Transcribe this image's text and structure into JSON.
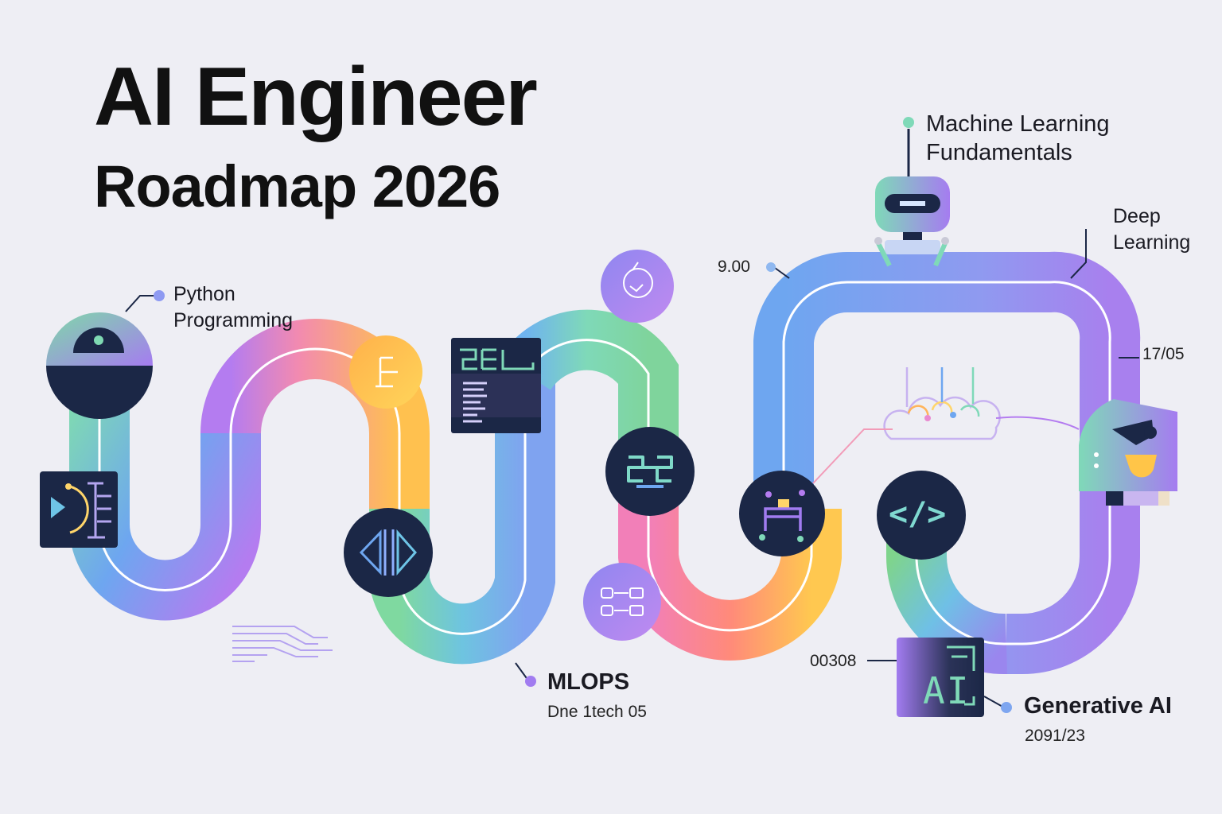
{
  "title": {
    "line1": "AI Engineer",
    "line2": "Roadmap 2026"
  },
  "milestones": {
    "python": {
      "line1": "Python",
      "line2": "Programming"
    },
    "ml": {
      "line1": "Machine Learning",
      "line2": "Fundamentals"
    },
    "deep": {
      "line1": "Deep",
      "line2": "Learning"
    },
    "mlops": {
      "title": "MLOPS",
      "sub": "Dne 1tech 05"
    },
    "genai": {
      "title": "Generative AI",
      "sub": "2091/23"
    }
  },
  "annotations": {
    "time": "9.00",
    "date": "17/05",
    "code": "00308"
  },
  "icons": {
    "badge_ai": "AI",
    "code_glyph": "</>",
    "sql_glyph": "SEL"
  },
  "colors": {
    "background": "#eeeef4",
    "node_dark": "#1b2746",
    "teal": "#6fd3a8",
    "blue": "#6ea6f0",
    "purple": "#a17cf0",
    "pink": "#ee8fb0",
    "orange": "#ffb45a"
  }
}
